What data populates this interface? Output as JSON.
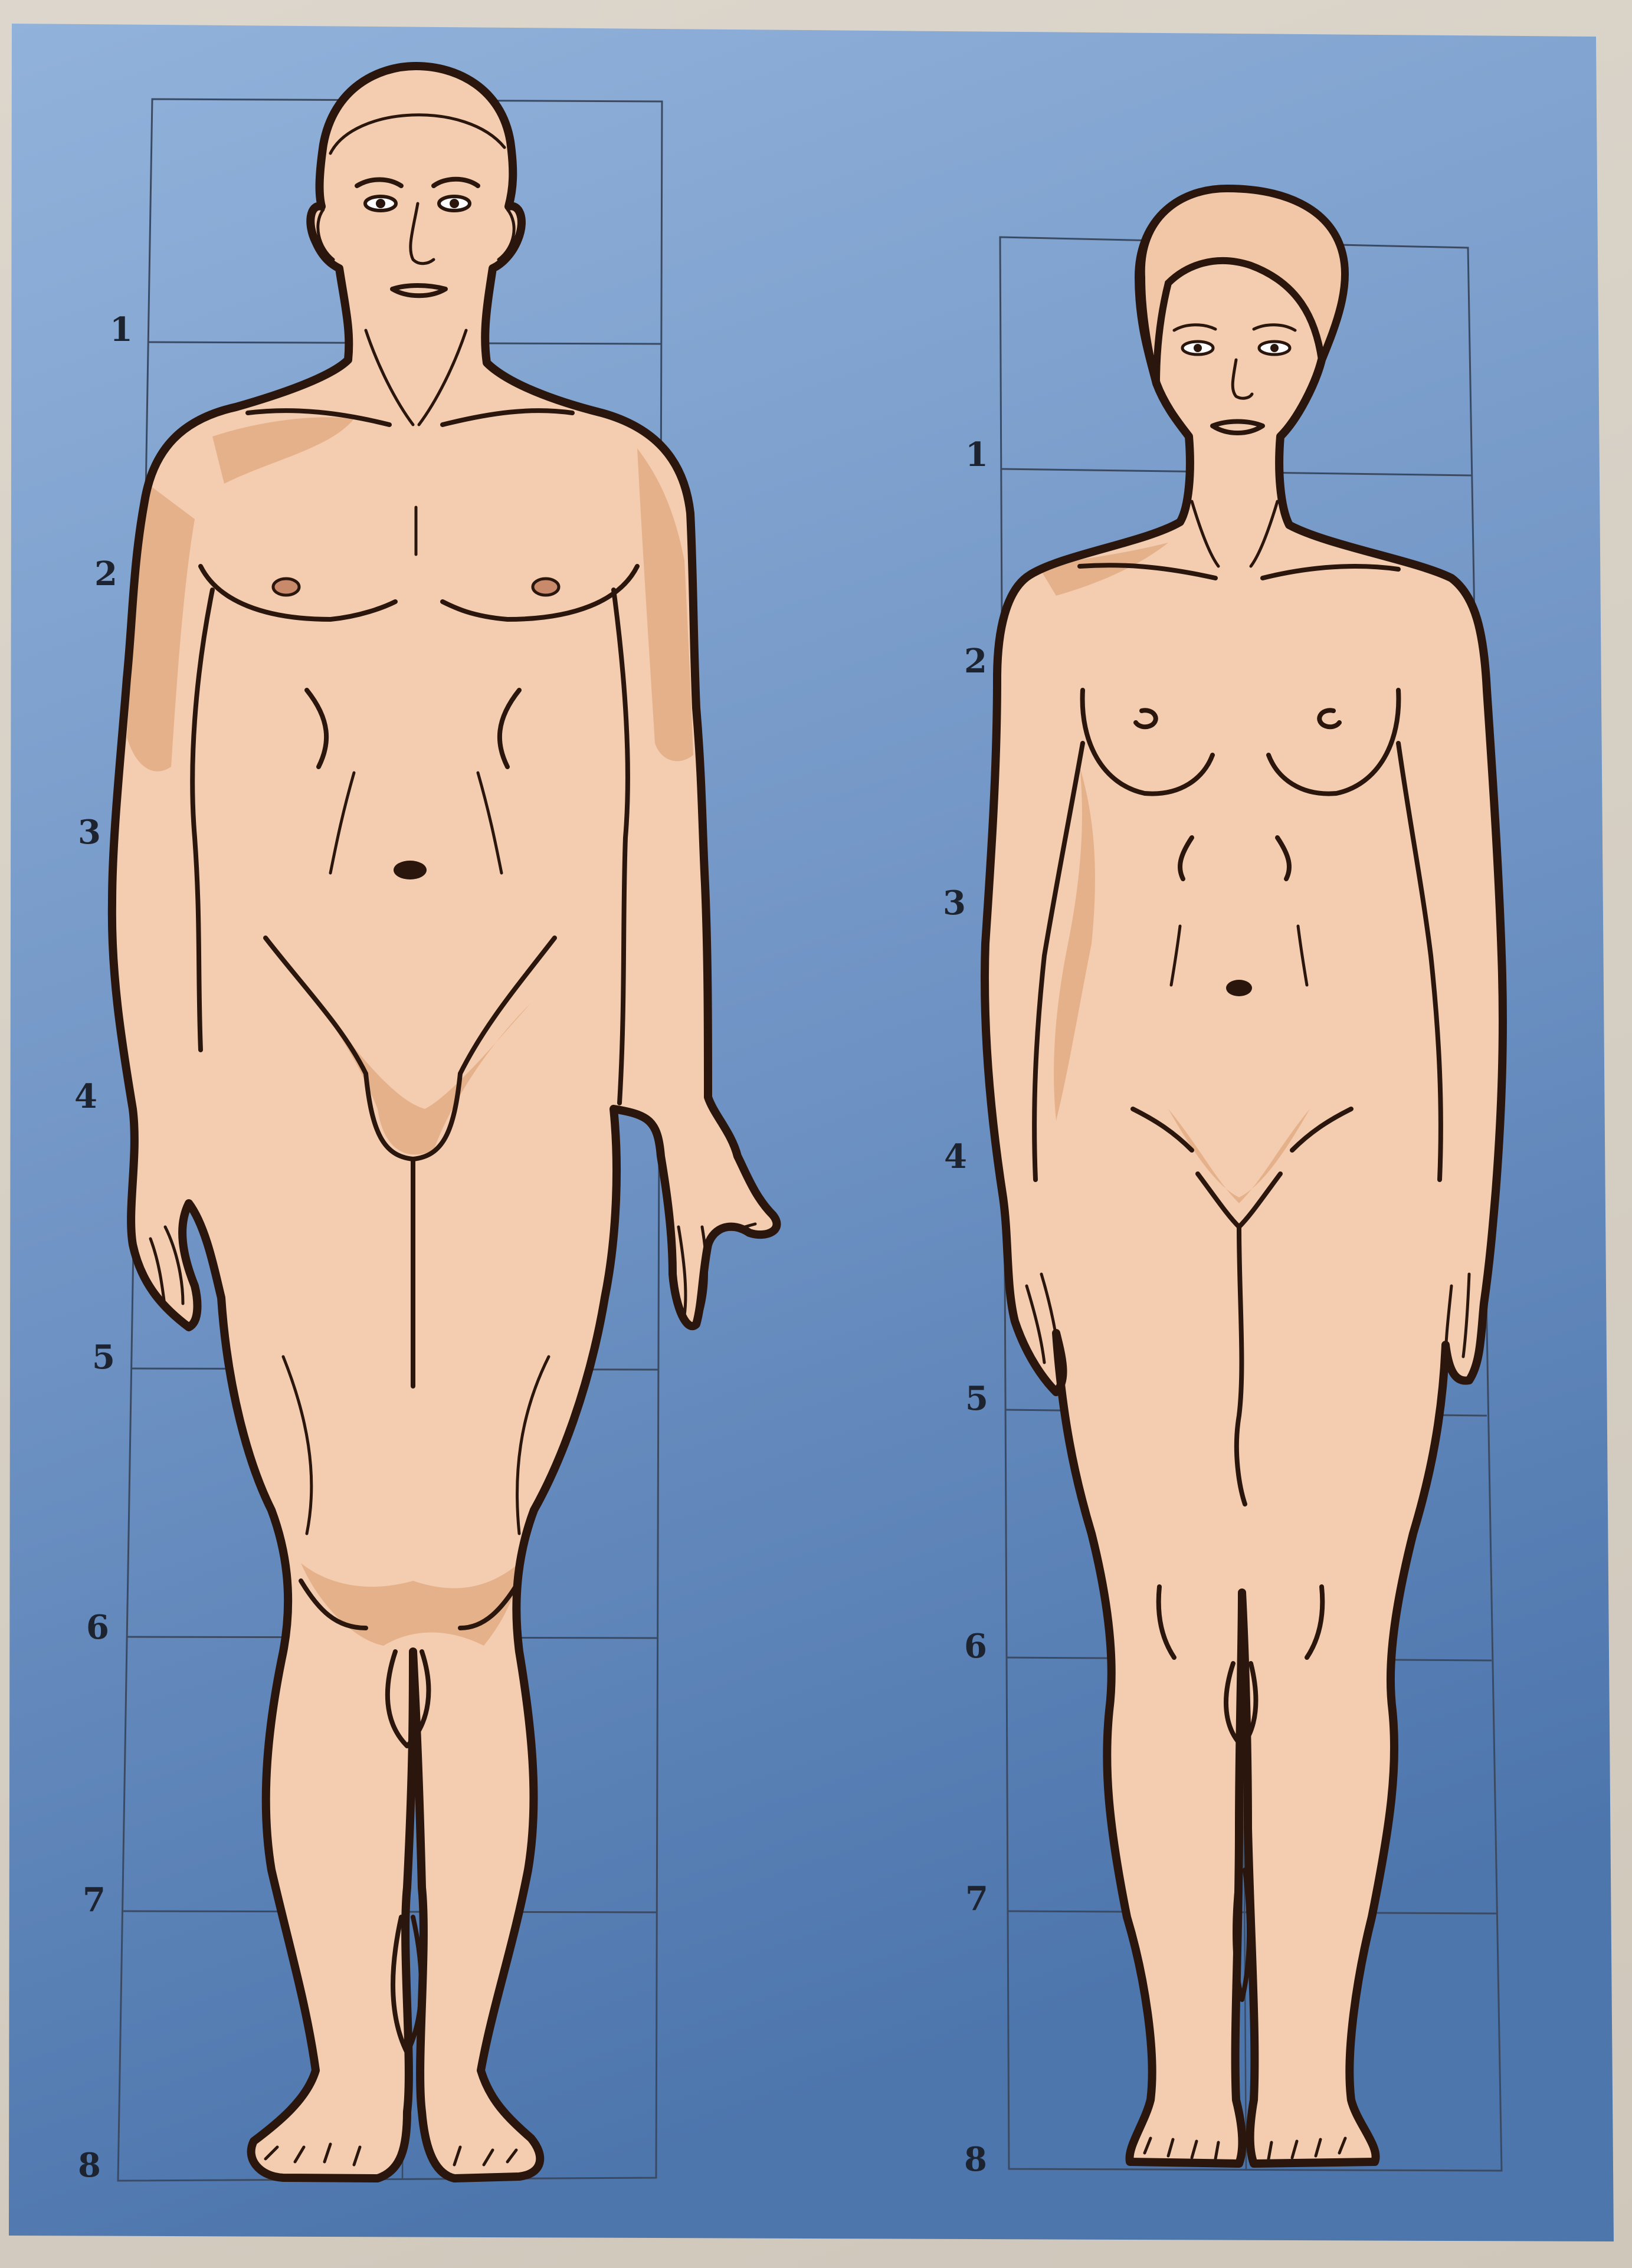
{
  "figures": [
    {
      "id": "male",
      "head_units": [
        "1",
        "2",
        "3",
        "4",
        "5",
        "6",
        "7",
        "8"
      ]
    },
    {
      "id": "female",
      "head_units": [
        "1",
        "2",
        "3",
        "4",
        "5",
        "6",
        "7",
        "8"
      ]
    }
  ],
  "colors": {
    "background_top": "#8fb0d8",
    "background_bottom": "#4e77ad",
    "skin": "#f4cdb0",
    "skin_shade": "#d99a6c",
    "outline": "#2a160c",
    "grid": "#3b4a63"
  }
}
